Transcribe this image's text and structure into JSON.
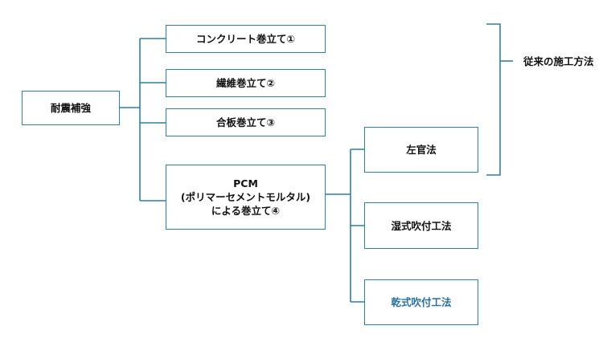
{
  "diagram": {
    "root": {
      "label": "耐震補強"
    },
    "methods": [
      {
        "label": "コンクリート巻立て①"
      },
      {
        "label": "繊維巻立て②"
      },
      {
        "label": "合板巻立て③"
      },
      {
        "lines": [
          "PCM",
          "(ポリマーセメントモルタル)",
          "による巻立て④"
        ]
      }
    ],
    "pcm_methods": [
      {
        "label": "左官法"
      },
      {
        "label": "湿式吹付工法"
      },
      {
        "label": "乾式吹付工法"
      }
    ],
    "traditional_label": "従来の施工方法",
    "colors": {
      "line": "#2f7fa4",
      "text": "#111111",
      "highlight_text": "#2a6f9e",
      "background": "#ffffff"
    }
  }
}
